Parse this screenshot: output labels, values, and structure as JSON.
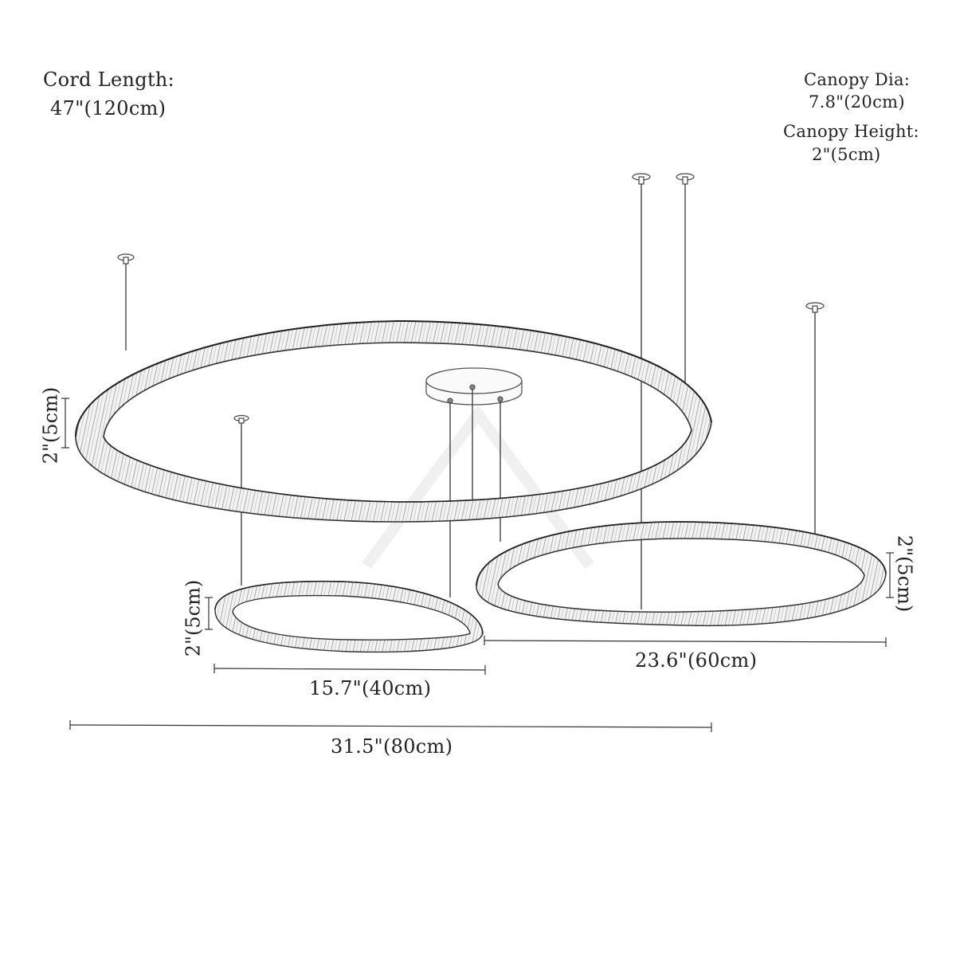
{
  "cord": {
    "title": "Cord Length:",
    "value": "47\"(120cm)"
  },
  "canopy": {
    "dia_title": "Canopy Dia:",
    "dia_value": "7.8\"(20cm)",
    "height_title": "Canopy Height:",
    "height_value": "2\"(5cm)"
  },
  "rings": {
    "large": {
      "width": "31.5\"(80cm)",
      "height": "2\"(5cm)"
    },
    "medium": {
      "width": "23.6\"(60cm)",
      "height": "2\"(5cm)"
    },
    "small": {
      "width": "15.7\"(40cm)",
      "height": "2\"(5cm)"
    }
  }
}
